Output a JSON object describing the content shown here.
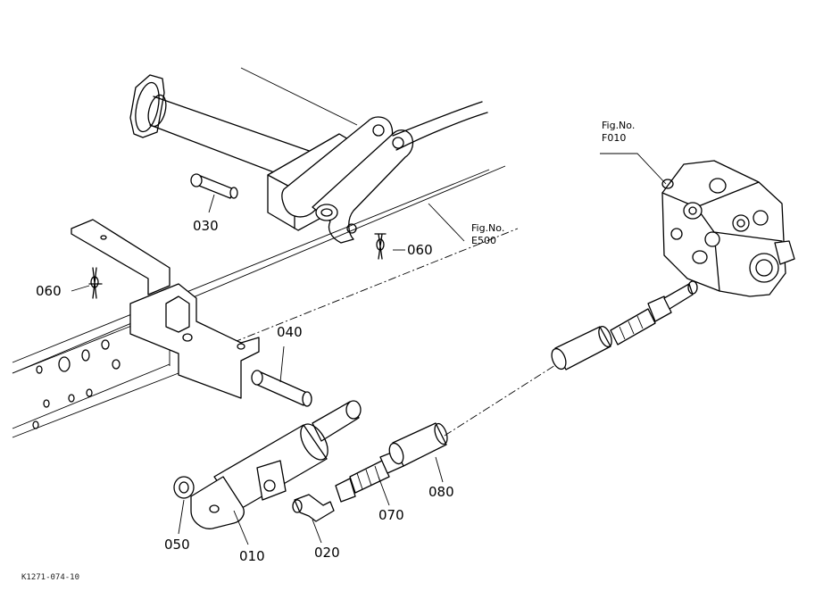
{
  "callouts": {
    "p010": "010",
    "p020": "020",
    "p030": "030",
    "p040": "040",
    "p050": "050",
    "p060a": "060",
    "p060b": "060",
    "p070": "070",
    "p080": "080"
  },
  "figure_refs": {
    "f010": {
      "line1": "Fig.No.",
      "line2": "F010"
    },
    "e500": {
      "line1": "Fig.No.",
      "line2": "E500"
    }
  },
  "drawing_code": "K1271-074-10"
}
